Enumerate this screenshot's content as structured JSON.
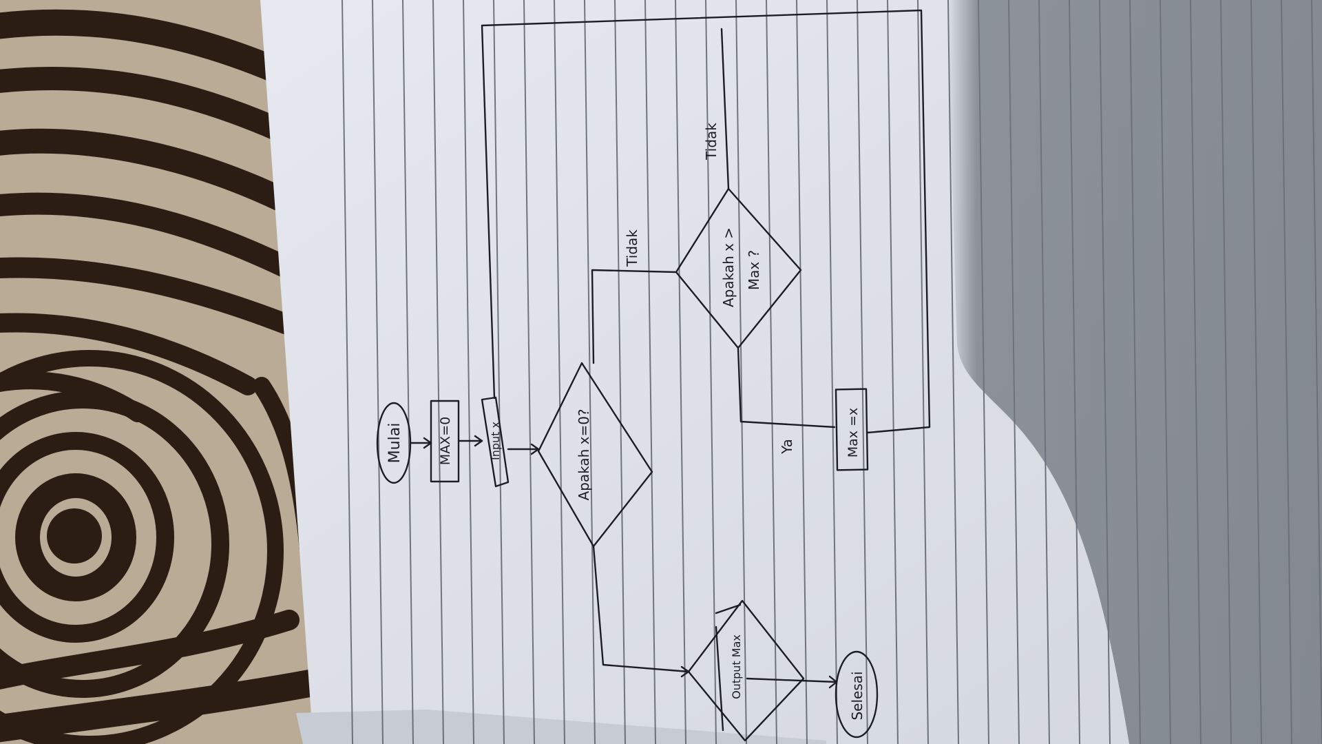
{
  "flowchart": {
    "start": "Mulai",
    "init": "MAX=0",
    "input": "Input x",
    "decision_zero": "Apakah x=0?",
    "decision_max_line1": "Apakah x >",
    "decision_max_line2": "Max ?",
    "assign": "Max =x",
    "output": "Output Max",
    "end": "Selesai",
    "label_no_1": "Tidak",
    "label_no_2": "Tidak",
    "label_yes": "Ya"
  },
  "colors": {
    "paper": "#dfe3ea",
    "paper_shadow": "#8c929b",
    "ink": "#1c1c26",
    "rule_line": "#4a4f5a",
    "fabric_dark": "#2b1d14",
    "fabric_light": "#b9ab96"
  }
}
